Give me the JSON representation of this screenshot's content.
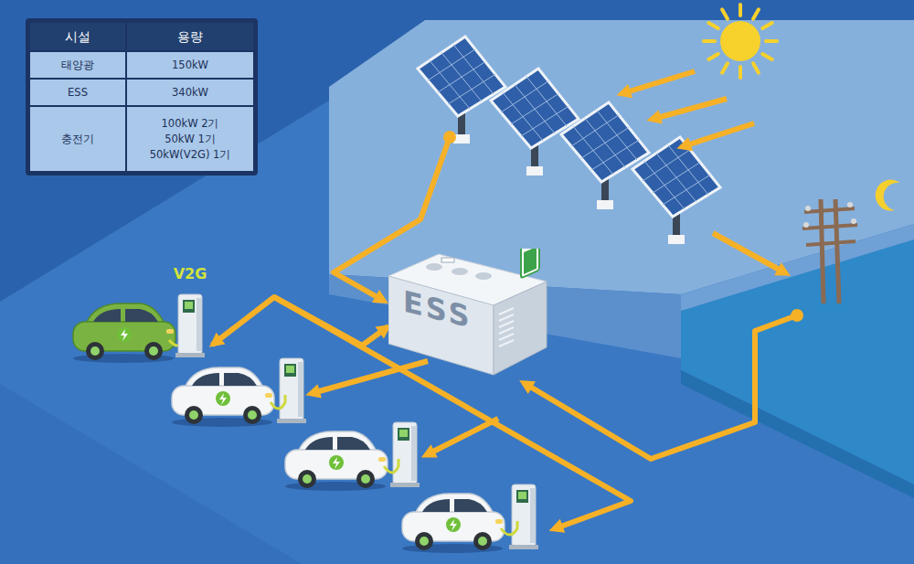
{
  "diagram": {
    "nodes": [
      {
        "text": [
          "ESS"
        ]
      },
      {
        "text": [
          "V2G"
        ]
      }
    ],
    "edges": [
      {
        "from": 0,
        "to": 1,
        "arrow": "both"
      }
    ],
    "labels": [
      "시설",
      "용량",
      "태양광",
      "150kW",
      "ESS",
      "340kW",
      "충전기",
      "100kW 2기",
      "50kW 1기",
      "50kW(V2G) 1기"
    ]
  }
}
